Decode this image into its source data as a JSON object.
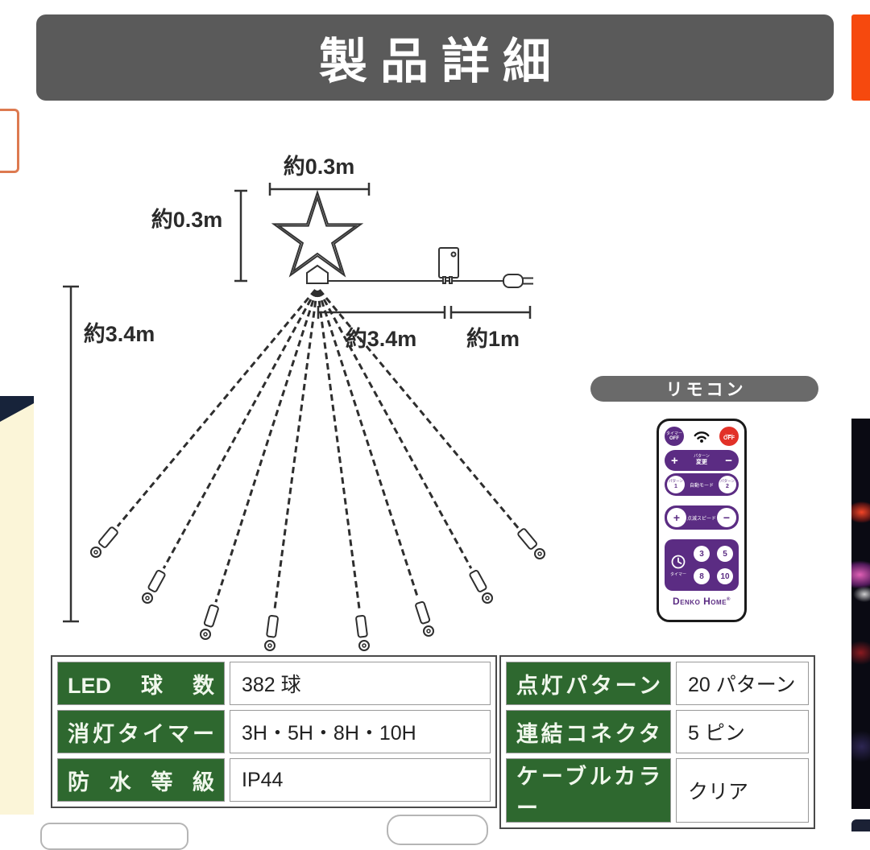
{
  "header": {
    "title": "製品詳細",
    "bg_color": "#5a5a5a",
    "accent_color": "#f6490e"
  },
  "diagram": {
    "width_label": "約0.3m",
    "height_label": "約0.3m",
    "drop_label": "約3.4m",
    "string_label": "約3.4m",
    "cord_label": "約1m"
  },
  "remote": {
    "pill": "リモコン",
    "pill_bg": "#6a6a6a",
    "purple": "#5b2c83",
    "red": "#e23128",
    "timer_off_line1": "タイマー",
    "timer_off_line2": "OFF",
    "off": "OFF",
    "plus": "+",
    "minus": "−",
    "pattern_change_line1": "パターン",
    "pattern_change_line2": "変更",
    "pattern1_line1": "パターン",
    "pattern1_line2": "1",
    "pattern2_line1": "パターン",
    "pattern2_line2": "2",
    "auto_mode": "自動モード",
    "speed_label": "点滅スピード",
    "timers": [
      "3",
      "5",
      "8",
      "10"
    ],
    "timer_label": "タイマー",
    "brand": "Denko Home",
    "brand_reg": "®"
  },
  "spec_table": {
    "header_bg": "#2e682f",
    "left": [
      {
        "label": "LED球数",
        "value": "382 球"
      },
      {
        "label": "消灯タイマー",
        "value": "3H・5H・8H・10H"
      },
      {
        "label": "防水等級",
        "value": "IP44"
      }
    ],
    "right": [
      {
        "label": "点灯パターン",
        "value": "20 パターン"
      },
      {
        "label": "連結コネクタ",
        "value": "5 ピン"
      },
      {
        "label": "ケーブルカラー",
        "value": "クリア"
      }
    ]
  }
}
